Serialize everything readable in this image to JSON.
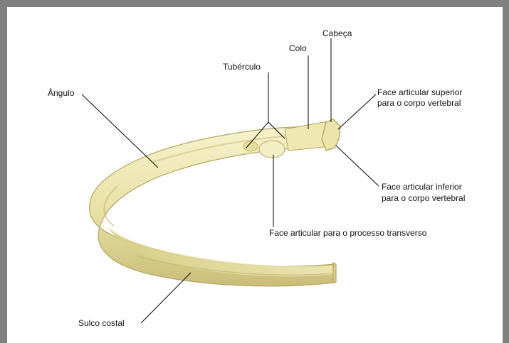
{
  "figure": {
    "labels": {
      "cabeca": "Cabeça",
      "colo": "Colo",
      "tuberculo": "Tubérculo",
      "angulo": "Ângulo",
      "face_sup_1": "Face articular superior",
      "face_sup_2": "para o corpo vertebral",
      "face_inf_1": "Face articular inferior",
      "face_inf_2": "para o corpo vertebral",
      "face_transv": "Face articular para o processo transverso",
      "sulco": "Sulco costal"
    }
  },
  "colors": {
    "frame": "#808080",
    "bone_light": "#f4f0c4",
    "bone_mid": "#e2da98",
    "bone_shadow": "#b9ac62",
    "leader": "#000000"
  }
}
